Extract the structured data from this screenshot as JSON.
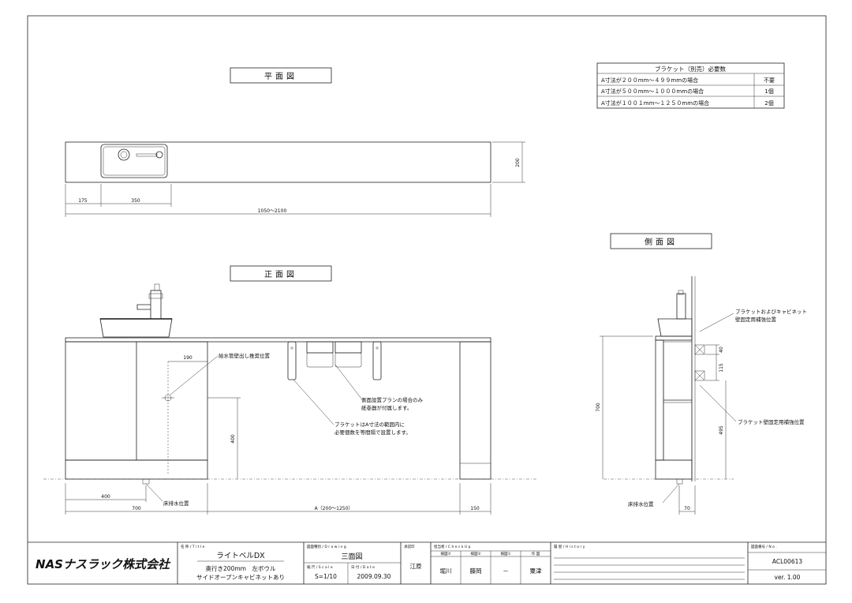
{
  "views": {
    "plan_title": "平面図",
    "front_title": "正面図",
    "side_title": "側面図"
  },
  "bracket_table": {
    "header": "ブラケット（別売）必要数",
    "rows": [
      {
        "condition": "A寸法が２００mm～４９９mmの場合",
        "qty": "不要"
      },
      {
        "condition": "A寸法が５００mm～１０００mmの場合",
        "qty": "1個"
      },
      {
        "condition": "A寸法が１００１mm～１２５０mmの場合",
        "qty": "2個"
      }
    ]
  },
  "plan_dims": {
    "d175": "175",
    "d350": "350",
    "width": "1050～2100",
    "depth": "200"
  },
  "front_dims": {
    "d190": "190",
    "d400h": "400",
    "d400": "400",
    "d700": "700",
    "a_range": "A（200～1250）",
    "d150": "150"
  },
  "front_notes": {
    "supply": "給水管壁出し推奨位置",
    "paper1": "側面設置プランの場合のみ",
    "paper2": "紙巻器が付属します。",
    "bracket1": "ブラケットはA寸法の範囲内に",
    "bracket2": "必要個数を等間隔で設置します。",
    "drain": "床排水位置"
  },
  "side_dims": {
    "d40": "40",
    "d115": "115",
    "d700": "700",
    "d495": "495",
    "d70": "70"
  },
  "side_notes": {
    "top1": "ブラケットおよびキャビネット",
    "top2": "壁固定用補強位置",
    "bracket": "ブラケット壁固定用補強位置",
    "drain": "床排水位置"
  },
  "title_block": {
    "logo": "NASナスラック株式会社",
    "title_label": "名 称 / T i t l e",
    "product": "ライトベルDX",
    "desc1": "奥行き200mm　左ボウル",
    "desc2": "サイドオープンキャビネットあり",
    "drawing_label": "図面種別 / D r a w i n g",
    "drawing": "三面図",
    "scale_label": "縮 尺 / S c a l e",
    "scale": "S=1/10",
    "date_label": "日 付 / D a t e",
    "date": "2009.09.30",
    "approve_label": "承認印",
    "approve": "江原",
    "check_label": "担当者 / C h e c k   U p",
    "check_cols": [
      "検図③",
      "検図②",
      "検図①",
      "作 図"
    ],
    "check_names": [
      "堀川",
      "藤岡",
      "－",
      "粟津"
    ],
    "history_label": "履 歴 / H i s t o r y",
    "number_label": "図面番号 / N o .",
    "number": "ACL00613",
    "version": "ver. 1.00"
  }
}
